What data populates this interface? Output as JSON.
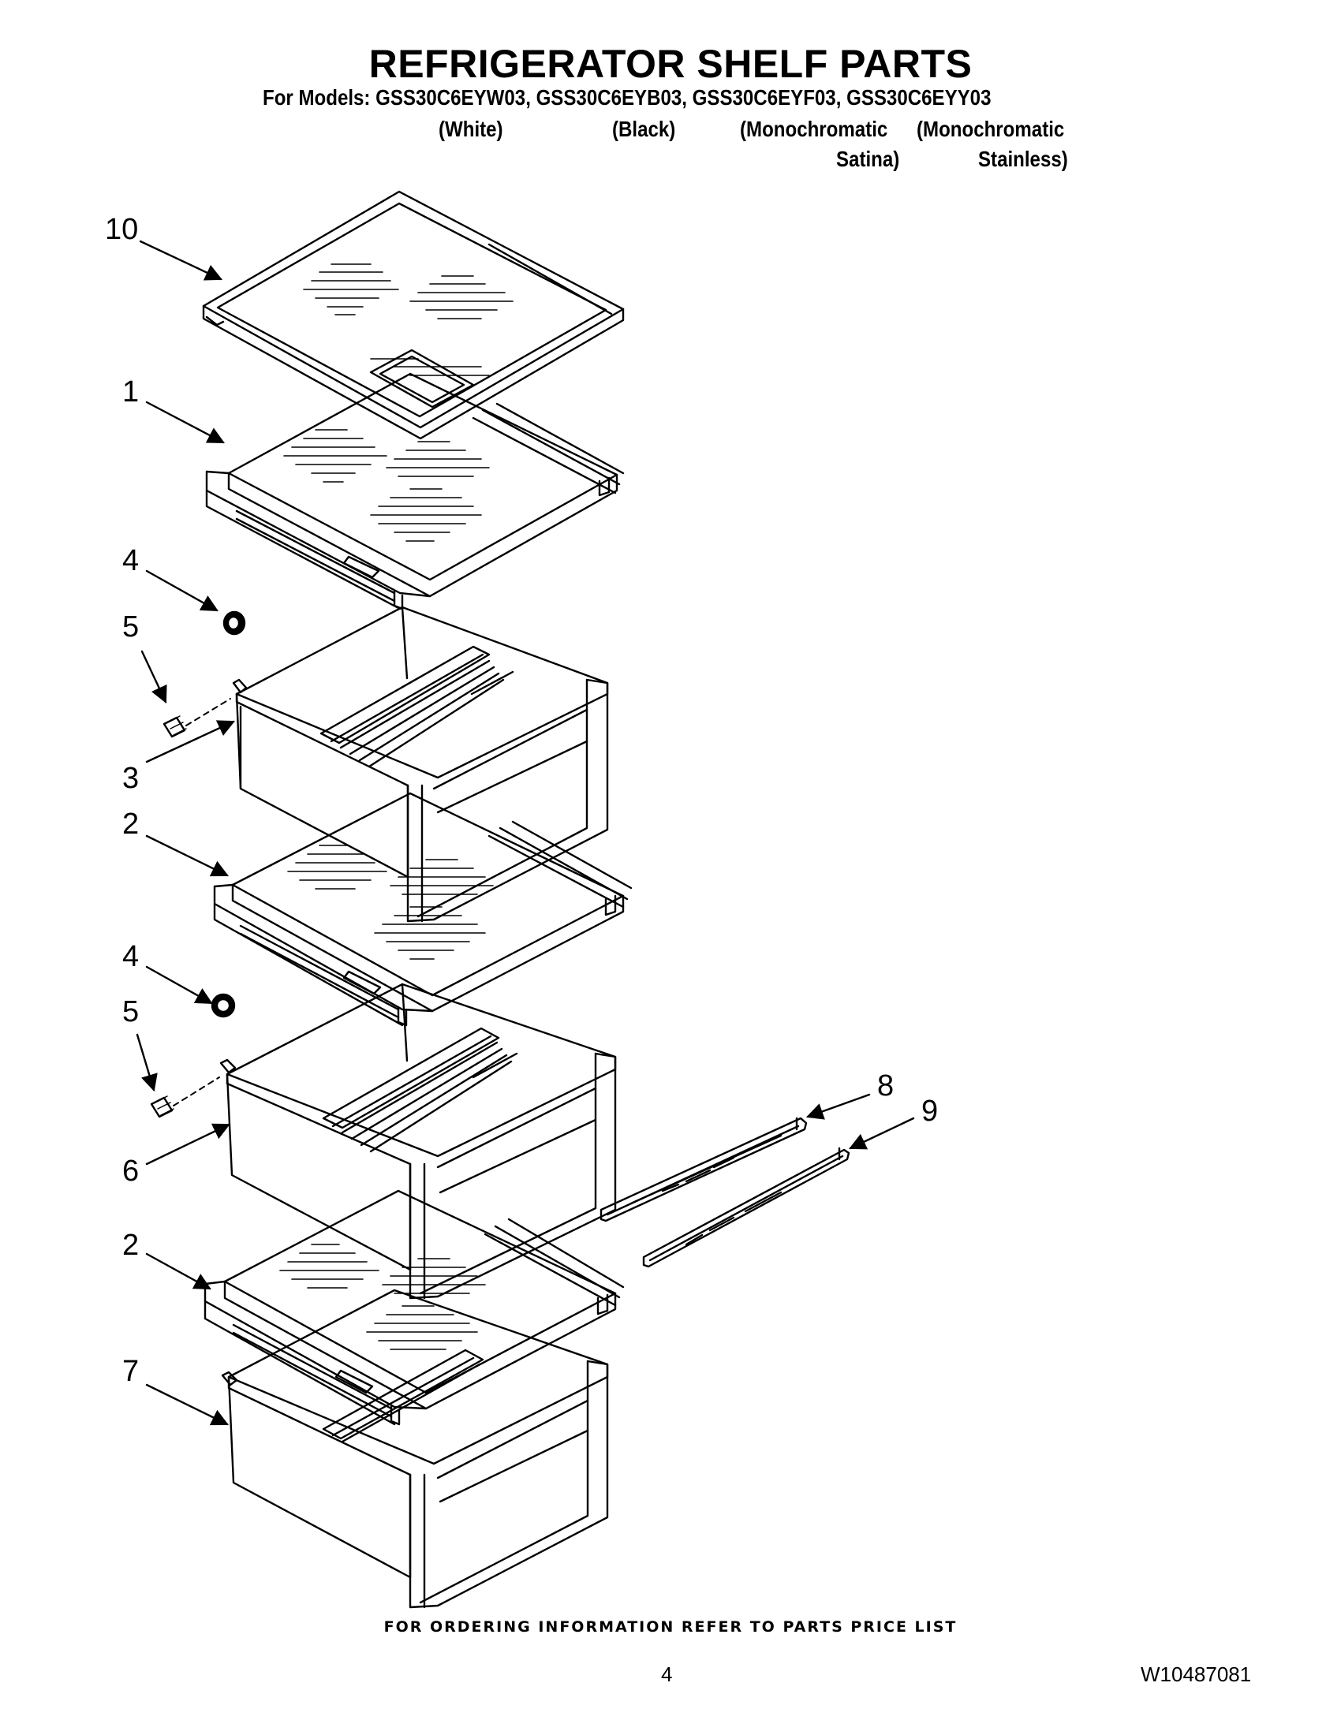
{
  "header": {
    "title": "REFRIGERATOR SHELF PARTS",
    "models_line": "For Models: GSS30C6EYW03, GSS30C6EYB03, GSS30C6EYF03, GSS30C6EYY03",
    "variants": {
      "white": "(White)",
      "black": "(Black)",
      "satina_1": "(Monochromatic",
      "satina_2": "Satina)",
      "stainless_1": "(Monochromatic",
      "stainless_2": "Stainless)"
    }
  },
  "callouts": {
    "c10": "10",
    "c1": "1",
    "c4a": "4",
    "c5a": "5",
    "c3": "3",
    "c2a": "2",
    "c4b": "4",
    "c5b": "5",
    "c6": "6",
    "c2b": "2",
    "c7": "7",
    "c8": "8",
    "c9": "9"
  },
  "footer": {
    "ordering_note": "FOR ORDERING INFORMATION REFER TO PARTS PRICE LIST",
    "page_number": "4",
    "doc_number": "W10487081"
  }
}
